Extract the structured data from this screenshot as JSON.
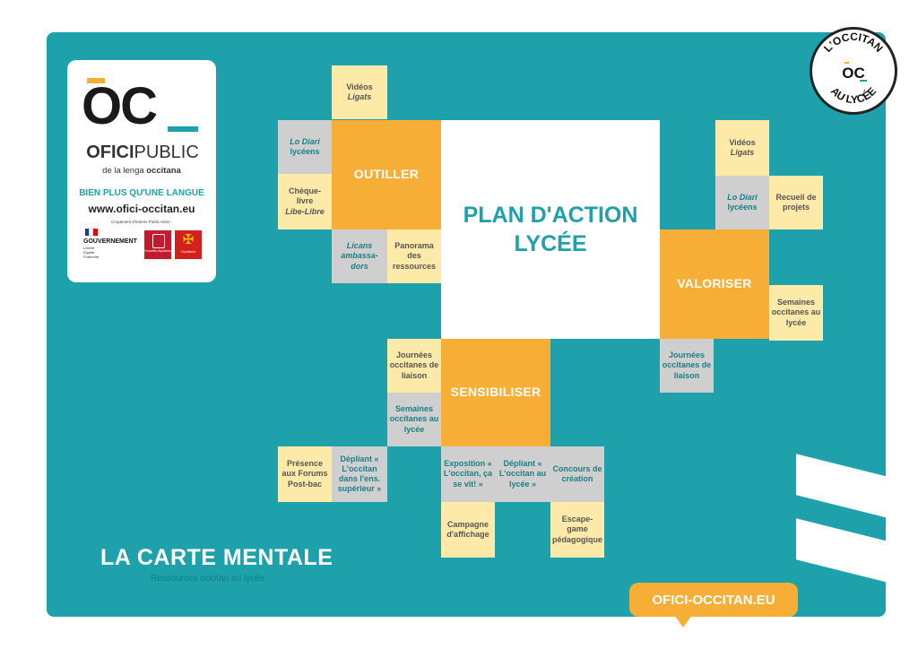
{
  "logo": {
    "mark": "OC",
    "brand_bold": "OFICI",
    "brand_light": "PUBLIC",
    "tagline": "de la lenga",
    "tagline_bold": "occitana",
    "slogan": "BIEN PLUS QU'UNE LANGUE",
    "url": "www.ofici-occitan.eu",
    "partners_line": "Cropament d'Interès Public entre :",
    "gov_label": "GOUVERNEMENT",
    "gov_motto": "Liberté\nÉgalité\nFraternité",
    "region1": "Nouvelle-Aquitaine",
    "region2": "Occitanie"
  },
  "badge": {
    "top_text": "L'OCCITAN",
    "bottom_text": "AU LYCÉE",
    "mark": "OC"
  },
  "center": {
    "line1": "PLAN D'ACTION",
    "line2": "LYCÉE"
  },
  "branches": {
    "outiller": "OUTILLER",
    "valoriser": "VALORISER",
    "sensibiliser": "SENSIBILISER"
  },
  "cells": {
    "videos1_a": "Vidéos",
    "videos1_b": "Ligats",
    "lodiari1_a": "Lo Diari",
    "lodiari1_b": "lycéens",
    "cheque_a": "Chèque-",
    "cheque_b": "livre",
    "cheque_c": "Libe-Libre",
    "licans_a": "Licans",
    "licans_b": "ambassa-",
    "licans_c": "dors",
    "panorama": "Panorama des ressources",
    "videos2_a": "Vidéos",
    "videos2_b": "Ligats",
    "lodiari2_a": "Lo Diari",
    "lodiari2_b": "lycéens",
    "recueil": "Recueil de projets",
    "semaines1": "Semaines occitanes au lycée",
    "journees1": "Journées occitanes de liaison",
    "journees2": "Journées occitanes de liaison",
    "semaines2": "Semaines occitanes au lycée",
    "presence": "Présence aux Forums Post-bac",
    "depliant1": "Dépliant « L'occitan dans l'ens. supérieur »",
    "exposition": "Exposition « L'occitan, ça se vit! »",
    "depliant2": "Dépliant « L'occitan au lycée »",
    "concours": "Concours de création",
    "campagne": "Campagne d'affichage",
    "escape": "Escape-game pédagogique"
  },
  "footer": {
    "title": "LA CARTE MENTALE",
    "subtitle": "Ressources occitan au lycée",
    "url": "OFICI-OCCITAN.EU"
  },
  "colors": {
    "teal": "#1ea1aa",
    "orange": "#f6ae37",
    "yellow": "#fde9a8",
    "grey": "#cfcfcf"
  }
}
